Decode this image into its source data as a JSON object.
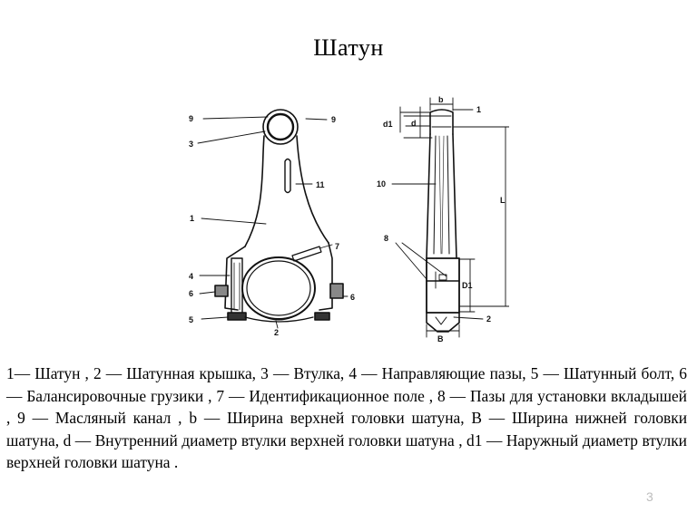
{
  "slide": {
    "title": "Шатун",
    "caption": "1— Шатун , 2 — Шатунная крышка, 3 — Втулка, 4 — Направляющие пазы, 5 — Шатунный болт, 6 — Балансировочные грузики , 7 — Идентификационное поле , 8 — Пазы для установки вкладышей , 9 — Масляный канал , b — Ширина верхней головки шатуна, B — Ширина нижней головки шатуна, d — Внутренний диаметр втулки верхней головки шатуна , d1 — Наружный диаметр втулки верхней головки шатуна .",
    "page_number": "3"
  },
  "diagram": {
    "front_labels": {
      "l9a": "9",
      "l9b": "9",
      "l3": "3",
      "l11": "11",
      "l1": "1",
      "l7": "7",
      "l4": "4",
      "l6a": "6",
      "l6b": "6",
      "l5": "5",
      "l2": "2"
    },
    "side_labels": {
      "b": "b",
      "d1": "d1",
      "d": "d",
      "n1": "1",
      "n10": "10",
      "L": "L",
      "n8": "8",
      "D1": "D1",
      "n2": "2",
      "B": "B"
    }
  }
}
